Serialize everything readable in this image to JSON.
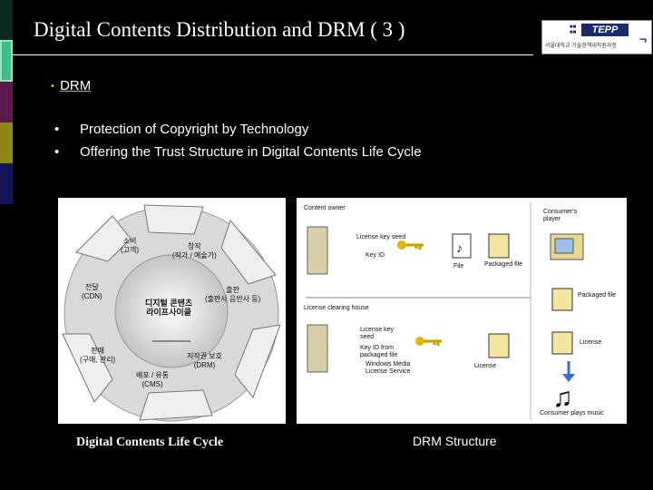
{
  "header": {
    "title": "Digital Contents Distribution and DRM ( 3 )",
    "logo": {
      "name": "TEPP",
      "subtitle": "서울대학교 기술정책대학원과정"
    }
  },
  "section": {
    "bullet": "▪",
    "label": "DRM"
  },
  "bullets": [
    {
      "dot": "•",
      "text": "Protection of Copyright by Technology"
    },
    {
      "dot": "•",
      "text": "Offering the Trust Structure in Digital Contents Life Cycle"
    }
  ],
  "lifecycle": {
    "caption": "Digital Contents Life Cycle",
    "center": [
      "디지털 콘텐츠",
      "라이프사이클"
    ],
    "stages": [
      {
        "line1": "소비",
        "line2": "(고객)"
      },
      {
        "line1": "창작",
        "line2": "(작가 / 예술가)"
      },
      {
        "line1": "출판",
        "line2": "(출판사 음반사 등)"
      },
      {
        "line1": "저작권 보호",
        "line2": "(DRM)"
      },
      {
        "line1": "배포 / 유통",
        "line2": "(CMS)"
      },
      {
        "line1": "판매",
        "line2": "(구매, 관리)"
      },
      {
        "line1": "전달",
        "line2": "(CDN)"
      }
    ]
  },
  "drm": {
    "caption": "DRM Structure",
    "content_owner": "Content owner",
    "license_key_seed": "License key seed",
    "key_id": "Key ID",
    "file": "File",
    "packaged_file": "Packaged file",
    "clearing_house": "License clearing house",
    "license_key_seed_2": "License key seed",
    "key_id_from": "Key ID from packaged file",
    "wm_service": "Windows Media License Service",
    "license": "License",
    "consumer_player": "Consumer's player",
    "packaged_file_2": "Packaged file",
    "license_2": "License",
    "consumer_plays": "Consumer plays music"
  }
}
